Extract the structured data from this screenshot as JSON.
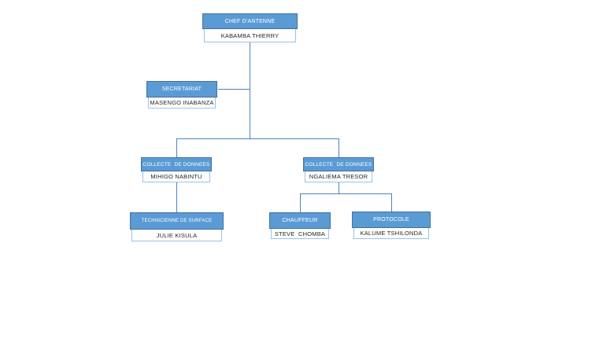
{
  "page": {
    "background": "#ffffff",
    "type": "organizational chart"
  },
  "colors": {
    "node_header_fill": "#5b9bd5",
    "node_header_border": "#41719c",
    "node_header_text": "#ffffff",
    "node_name_fill": "#ffffff",
    "node_name_border": "#9cc3e5",
    "node_name_text": "#262626",
    "connector_line": "#4f81bd"
  },
  "org_chart": {
    "nodes": [
      {
        "id": "chef",
        "title": "CHEF D'ANTENNE",
        "name": "KABAMBA THIERRY",
        "reports_to": null
      },
      {
        "id": "secretariat",
        "title": "SECRETARIAT",
        "name": "MASENGO INABANZA",
        "reports_to": "chef"
      },
      {
        "id": "collecte-1",
        "title": "COLLECTE  DE DONNEES",
        "name": "MIHIGO NABINTU",
        "reports_to": "chef"
      },
      {
        "id": "collecte-2",
        "title": "COLLECTE  DE DONNEES",
        "name": "NGALIEMA TRESOR",
        "reports_to": "chef"
      },
      {
        "id": "technicienne",
        "title": "TECHNICIENNE DE SURFACE",
        "name": "JULIE KISULA",
        "reports_to": "collecte-1"
      },
      {
        "id": "chauffeur",
        "title": "CHAUFFEUR",
        "name": "STEVE  CHOMBA",
        "reports_to": "collecte-2"
      },
      {
        "id": "protocole",
        "title": "PROTOCOLE",
        "name": "KALUME TSHILONDA",
        "reports_to": "collecte-2"
      }
    ]
  }
}
